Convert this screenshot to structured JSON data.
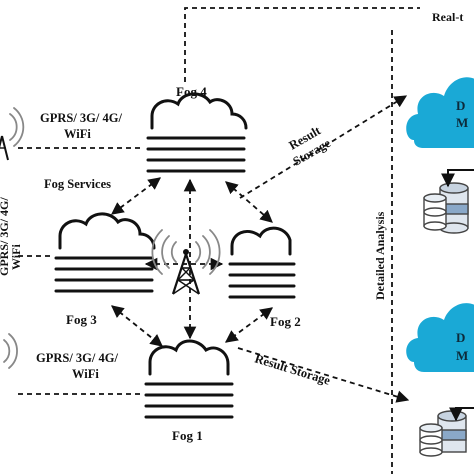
{
  "labels": {
    "fog4": "Fog 4",
    "fog3": "Fog 3",
    "fog2": "Fog 2",
    "fog1": "Fog 1",
    "fog_services": "Fog Services",
    "gprs_top_line1": "GPRS/ 3G/ 4G/",
    "gprs_top_line2": "WiFi",
    "gprs_bottom_line1": "GPRS/ 3G/ 4G/",
    "gprs_bottom_line2": "WiFi",
    "left_vertical": "GPRS/ 3G/ 4G/",
    "left_vertical_2": "WiFi",
    "result_storage_top_1": "Result",
    "result_storage_top_2": "Storage",
    "result_storage_bottom": "Result Storage",
    "detailed_analysis": "Detailed Analysis",
    "real_time": "Real-t",
    "cloud_top_1": "D",
    "cloud_top_2": "M",
    "cloud_bottom_1": "D",
    "cloud_bottom_2": "M"
  },
  "colors": {
    "cloud": "#1aa9d6",
    "line": "#111111",
    "database": "#8aa8c8"
  },
  "icons": [
    "fog-icon",
    "cell-tower-icon",
    "database-icon",
    "cloud-icon"
  ]
}
